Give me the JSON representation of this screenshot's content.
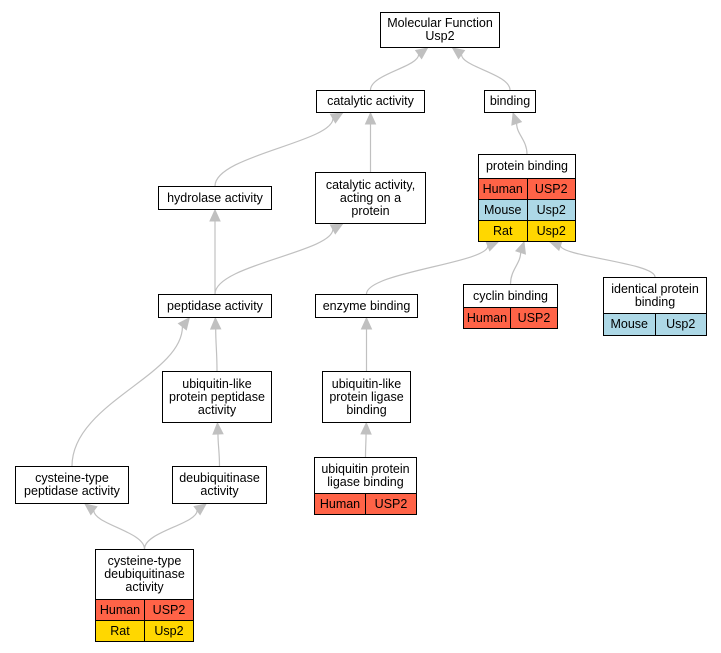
{
  "colors": {
    "edge": "#c0c0c0",
    "node_border": "#000000",
    "Human": "#ff6347",
    "Mouse": "#add8e6",
    "Rat": "#ffd700"
  },
  "nodes": {
    "molecular_function": {
      "title": "Molecular Function\nUsp2",
      "orgs": []
    },
    "catalytic_activity": {
      "title": "catalytic activity",
      "orgs": []
    },
    "binding": {
      "title": "binding",
      "orgs": []
    },
    "protein_binding": {
      "title": "protein binding",
      "orgs": [
        {
          "organism": "Human",
          "gene": "USP2"
        },
        {
          "organism": "Mouse",
          "gene": "Usp2"
        },
        {
          "organism": "Rat",
          "gene": "Usp2"
        }
      ]
    },
    "hydrolase_activity": {
      "title": "hydrolase activity",
      "orgs": []
    },
    "catalytic_on_protein": {
      "title": "catalytic activity,\nacting on a\nprotein",
      "orgs": []
    },
    "peptidase_activity": {
      "title": "peptidase activity",
      "orgs": []
    },
    "enzyme_binding": {
      "title": "enzyme binding",
      "orgs": []
    },
    "cyclin_binding": {
      "title": "cyclin binding",
      "orgs": [
        {
          "organism": "Human",
          "gene": "USP2"
        }
      ]
    },
    "identical_protein_binding": {
      "title": "identical protein\nbinding",
      "orgs": [
        {
          "organism": "Mouse",
          "gene": "Usp2"
        }
      ]
    },
    "ubl_peptidase": {
      "title": "ubiquitin-like\nprotein peptidase\nactivity",
      "orgs": []
    },
    "ubl_ligase_binding": {
      "title": "ubiquitin-like\nprotein ligase\nbinding",
      "orgs": []
    },
    "cysteine_peptidase": {
      "title": "cysteine-type\npeptidase activity",
      "orgs": []
    },
    "deubiquitinase": {
      "title": "deubiquitinase\nactivity",
      "orgs": []
    },
    "ub_ligase_binding": {
      "title": "ubiquitin protein\nligase binding",
      "orgs": [
        {
          "organism": "Human",
          "gene": "USP2"
        }
      ]
    },
    "cysteine_deubiquitinase": {
      "title": "cysteine-type\ndeubiquitinase\nactivity",
      "orgs": [
        {
          "organism": "Human",
          "gene": "USP2"
        },
        {
          "organism": "Rat",
          "gene": "Usp2"
        }
      ]
    }
  },
  "edges": [
    [
      "catalytic_activity",
      "molecular_function"
    ],
    [
      "binding",
      "molecular_function"
    ],
    [
      "protein_binding",
      "binding"
    ],
    [
      "hydrolase_activity",
      "catalytic_activity"
    ],
    [
      "catalytic_on_protein",
      "catalytic_activity"
    ],
    [
      "peptidase_activity",
      "hydrolase_activity"
    ],
    [
      "peptidase_activity",
      "catalytic_on_protein"
    ],
    [
      "enzyme_binding",
      "protein_binding"
    ],
    [
      "cyclin_binding",
      "protein_binding"
    ],
    [
      "identical_protein_binding",
      "protein_binding"
    ],
    [
      "ubl_peptidase",
      "peptidase_activity"
    ],
    [
      "ubl_ligase_binding",
      "enzyme_binding"
    ],
    [
      "cysteine_peptidase",
      "peptidase_activity"
    ],
    [
      "deubiquitinase",
      "ubl_peptidase"
    ],
    [
      "ub_ligase_binding",
      "ubl_ligase_binding"
    ],
    [
      "cysteine_deubiquitinase",
      "cysteine_peptidase"
    ],
    [
      "cysteine_deubiquitinase",
      "deubiquitinase"
    ]
  ]
}
